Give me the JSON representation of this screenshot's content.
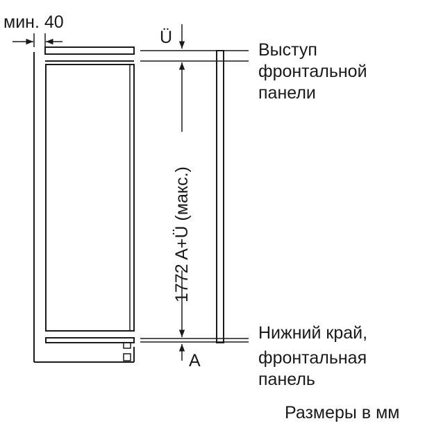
{
  "labels": {
    "min_gap": "мин. 40",
    "u_mark": "Ü",
    "a_mark": "A",
    "height_dim": "1772 A+Ü (макс.)",
    "panel_overhang": [
      "Выступ",
      "фронтальной",
      "панели"
    ],
    "bottom_edge": [
      "Нижний край,",
      "фронтальная",
      "панель"
    ],
    "units_note": "Размеры в мм"
  },
  "colors": {
    "stroke": "#1a1a1a",
    "background": "#ffffff"
  }
}
